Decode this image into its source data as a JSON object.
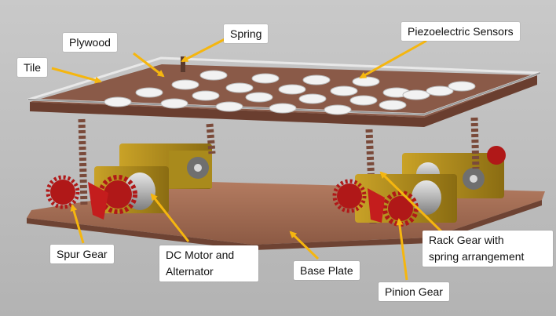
{
  "labels": {
    "tile": "Tile",
    "plywood": "Plywood",
    "spring": "Spring",
    "piezo": "Piezoelectric Sensors",
    "spur_gear": "Spur Gear",
    "dc_motor_1": "DC Motor and",
    "dc_motor_2": "Alternator",
    "base_plate": "Base Plate",
    "pinion_gear": "Pinion Gear",
    "rack_gear_1": "Rack Gear with",
    "rack_gear_2": "spring arrangement"
  },
  "colors": {
    "arrow": "#f5b60f",
    "tile": "#c8c8c8",
    "plywood": "#8a5a48",
    "base_plate": "#a06a52",
    "sensor": "#f2f2f2",
    "spring": "#7a4a3a",
    "gear": "#b01818",
    "motor_housing": "#c9a227"
  }
}
